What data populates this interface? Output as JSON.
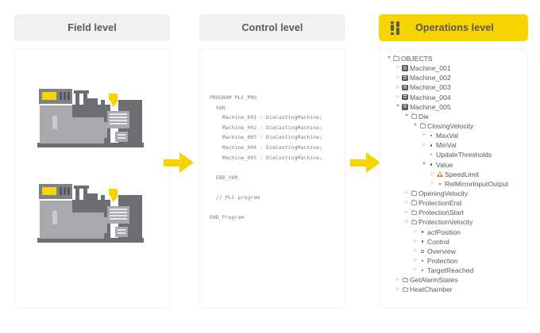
{
  "theme": {
    "accent": "#f5d400",
    "header_bg": "#f1f1f2",
    "text": "#58595b",
    "machine_dark": "#6d6e71",
    "machine_mid": "#808285",
    "machine_light": "#a7a9ac",
    "warn": "#e8731a"
  },
  "panels": {
    "field": {
      "title": "Field level"
    },
    "control": {
      "title": "Control level",
      "code": "PROGRAM PLC_PRG\n  VAR\n    Machine_001 : DieCastingMachine;\n    Machine_002 : DieCastingMachine;\n    Machine_003 : DieCastingMachine;\n    Machine_004 : DieCastingMachine;\n    Machine_005 : DieCastingMachine;\n\n  END_VAR\n\n  // PLC program\n\nEND_Program"
    },
    "operations": {
      "title": "Operations level",
      "icon": "operations-pin-icon"
    }
  },
  "arrows": [
    {
      "name": "arrow-field-to-control"
    },
    {
      "name": "arrow-control-to-operations"
    }
  ],
  "machines": [
    {
      "name": "die-casting-machine-1"
    },
    {
      "name": "die-casting-machine-2"
    }
  ],
  "tree": [
    {
      "label": "OBJECTS",
      "depth": 0,
      "twist": "open",
      "icon": "folder"
    },
    {
      "label": "Machine_001",
      "depth": 1,
      "twist": "closed",
      "icon": "machine"
    },
    {
      "label": "Machine_002",
      "depth": 1,
      "twist": "closed",
      "icon": "machine"
    },
    {
      "label": "Machine_003",
      "depth": 1,
      "twist": "closed",
      "icon": "machine"
    },
    {
      "label": "Machine_004",
      "depth": 1,
      "twist": "closed",
      "icon": "machine"
    },
    {
      "label": "Machine_005",
      "depth": 1,
      "twist": "open",
      "icon": "machine"
    },
    {
      "label": "Die",
      "depth": 2,
      "twist": "open",
      "icon": "folder-sm"
    },
    {
      "label": "ClosingVelocity",
      "depth": 3,
      "twist": "open",
      "icon": "folder-sm"
    },
    {
      "label": "MaxVal",
      "depth": 4,
      "twist": "closed",
      "icon": "dot"
    },
    {
      "label": "MinVal",
      "depth": 4,
      "twist": "closed",
      "icon": "dot"
    },
    {
      "label": "UpdateThresholds",
      "depth": 4,
      "twist": "none",
      "icon": "fn"
    },
    {
      "label": "Value",
      "depth": 4,
      "twist": "open",
      "icon": "dot"
    },
    {
      "label": "SpeedLimit",
      "depth": 5,
      "twist": "closed",
      "icon": "warn"
    },
    {
      "label": "RelMirrorInputOutput",
      "depth": 5,
      "twist": "closed",
      "icon": "dot"
    },
    {
      "label": "OpeningVelocity",
      "depth": 2,
      "twist": "closed",
      "icon": "folder-sm"
    },
    {
      "label": "ProtectionEnd",
      "depth": 2,
      "twist": "closed",
      "icon": "folder-sm"
    },
    {
      "label": "ProtectionStart",
      "depth": 2,
      "twist": "closed",
      "icon": "folder-sm"
    },
    {
      "label": "ProtectionVelocity",
      "depth": 2,
      "twist": "closed",
      "icon": "folder-sm"
    },
    {
      "label": "actPosition",
      "depth": 3,
      "twist": "closed",
      "icon": "dot"
    },
    {
      "label": "Control",
      "depth": 3,
      "twist": "closed",
      "icon": "dot"
    },
    {
      "label": "Overview",
      "depth": 3,
      "twist": "closed",
      "icon": "square"
    },
    {
      "label": "Protection",
      "depth": 3,
      "twist": "closed",
      "icon": "dot"
    },
    {
      "label": "TargetReached",
      "depth": 3,
      "twist": "closed",
      "icon": "dot"
    },
    {
      "label": "GetAlarmStates",
      "depth": 1,
      "twist": "closed",
      "icon": "folder-sm"
    },
    {
      "label": "HeatChamber",
      "depth": 1,
      "twist": "closed",
      "icon": "folder-sm"
    }
  ]
}
